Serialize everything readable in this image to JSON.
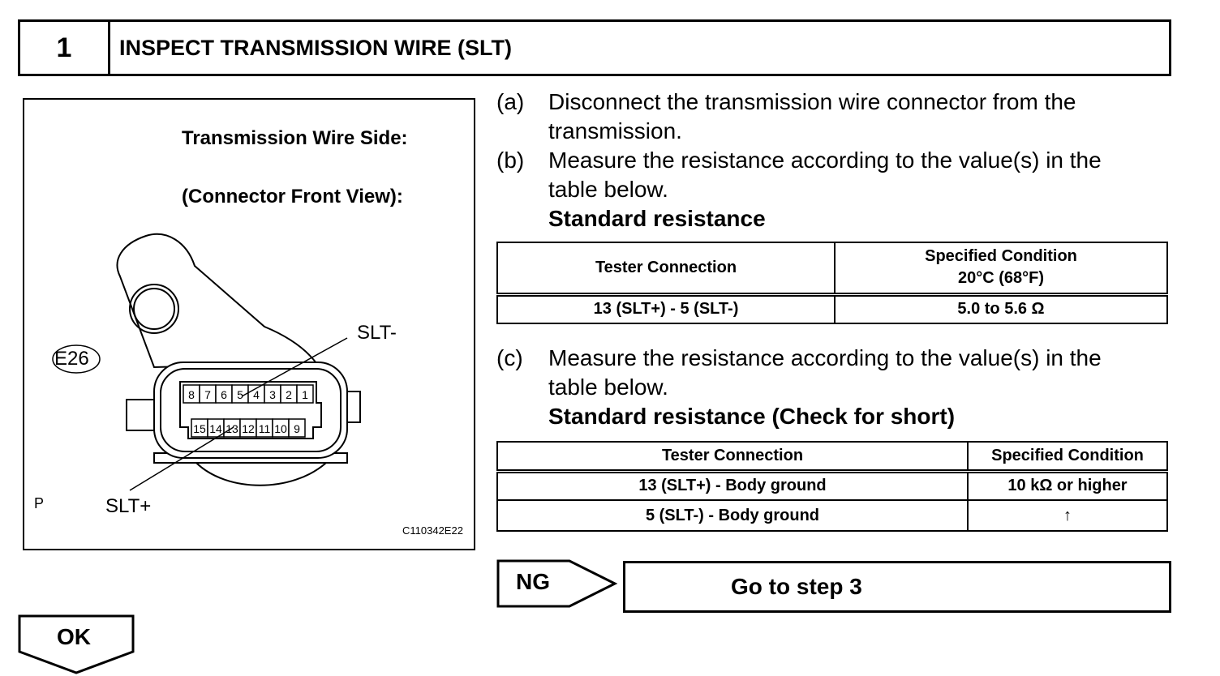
{
  "header": {
    "step_number": "1",
    "title": "INSPECT TRANSMISSION WIRE (SLT)"
  },
  "figure": {
    "title_line1": "Transmission Wire Side:",
    "title_line2": "(Connector Front View):",
    "connector_id": "E26",
    "label_slt_minus": "SLT-",
    "label_slt_plus": "SLT+",
    "corner_mark": "P",
    "figure_code": "C110342E22",
    "top_row_pins": [
      "8",
      "7",
      "6",
      "5",
      "4",
      "3",
      "2",
      "1"
    ],
    "bottom_row_pins": [
      "15",
      "14",
      "13",
      "12",
      "11",
      "10",
      "9"
    ]
  },
  "steps": {
    "a": {
      "marker": "(a)",
      "line1": "Disconnect the transmission wire connector from the",
      "line2": "transmission."
    },
    "b": {
      "marker": "(b)",
      "line1": "Measure the resistance according to the value(s) in the",
      "line2": "table below.",
      "heading": "Standard resistance"
    },
    "c": {
      "marker": "(c)",
      "line1": "Measure the resistance according to the value(s) in the",
      "line2": "table below.",
      "heading": "Standard resistance (Check for short)"
    }
  },
  "table1": {
    "header_col1": "Tester Connection",
    "header_col2_line1": "Specified Condition",
    "header_col2_line2": "20°C (68°F)",
    "rows": [
      {
        "connection": "13 (SLT+) - 5 (SLT-)",
        "condition": "5.0 to 5.6 Ω"
      }
    ]
  },
  "table2": {
    "header_col1": "Tester Connection",
    "header_col2": "Specified Condition",
    "rows": [
      {
        "connection": "13 (SLT+) - Body ground",
        "condition": "10 kΩ or higher"
      },
      {
        "connection": "5 (SLT-) - Body ground",
        "condition": "↑"
      }
    ]
  },
  "results": {
    "ng_label": "NG",
    "ng_action": "Go to step 3",
    "ok_label": "OK"
  }
}
